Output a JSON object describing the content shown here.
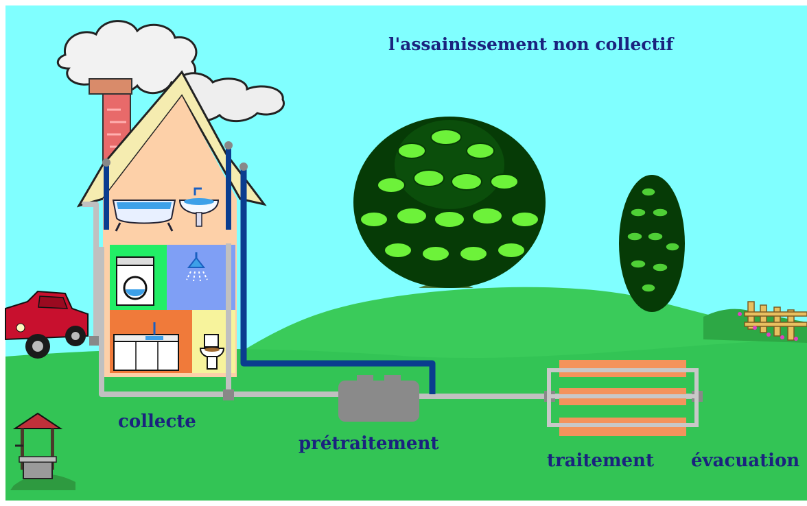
{
  "title": "l'assainissement non collectif",
  "stages": {
    "collecte": "collecte",
    "pretraitement": "prétraitement",
    "traitement": "traitement",
    "evacuation": "évacuation"
  },
  "colors": {
    "sky": "#80ffff",
    "grass": "#33cc55",
    "grass_light": "#48d060",
    "house_wall": "#fdd0a8",
    "grey_pipe": "#c0c0c0",
    "blue_pipe": "#0a3d8f",
    "drain_orange": "#f4935c",
    "tank": "#8a8a8a",
    "label": "#1a237e"
  }
}
